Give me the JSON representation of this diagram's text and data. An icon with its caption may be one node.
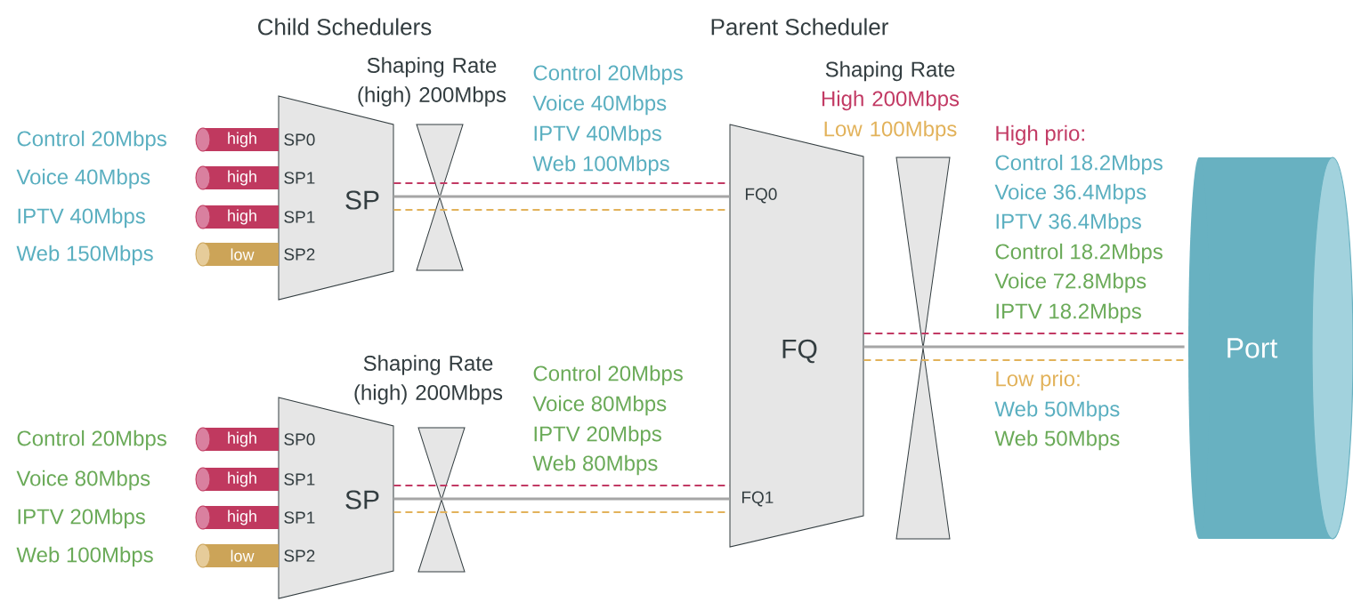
{
  "diagram": {
    "nodes": [
      {
        "text": [
          "SP0",
          "SP1",
          "SP1",
          "SP2",
          "SP"
        ]
      },
      {
        "text": [
          "high"
        ],
        "beside": [
          "Control 20Mbps"
        ]
      },
      {
        "text": [
          "high"
        ],
        "beside": [
          "Voice 40Mbps"
        ]
      },
      {
        "text": [
          "high"
        ],
        "beside": [
          "IPTV 40Mbps"
        ]
      },
      {
        "text": [
          "low"
        ],
        "beside": [
          "Web 150Mbps"
        ]
      },
      {
        "text": [],
        "shape": "hourglass"
      },
      {
        "text": [
          "SP0",
          "SP1",
          "SP1",
          "SP2",
          "SP"
        ]
      },
      {
        "text": [
          "high"
        ],
        "beside": [
          "Control 20Mbps"
        ]
      },
      {
        "text": [
          "high"
        ],
        "beside": [
          "Voice 80Mbps"
        ]
      },
      {
        "text": [
          "high"
        ],
        "beside": [
          "IPTV 20Mbps"
        ]
      },
      {
        "text": [
          "low"
        ],
        "beside": [
          "Web 100Mbps"
        ]
      },
      {
        "text": [],
        "shape": "hourglass"
      },
      {
        "text": [
          "FQ0",
          "FQ",
          "FQ1"
        ]
      },
      {
        "text": [],
        "shape": "hourglass",
        "beside": [
          "Shaping Rate",
          "High 200Mbps",
          "Low 100Mbps"
        ]
      },
      {
        "text": [
          "Port"
        ]
      }
    ],
    "edges": [
      {
        "from": 0,
        "to": 12,
        "arrow": "none",
        "style": "dashed",
        "color": "#c23a64"
      },
      {
        "from": 0,
        "to": 12,
        "arrow": "none",
        "color": "#a6a6a6"
      },
      {
        "from": 0,
        "to": 12,
        "arrow": "none",
        "style": "dashed",
        "color": "#e2b25a"
      },
      {
        "from": 6,
        "to": 12,
        "arrow": "none",
        "style": "dashed",
        "color": "#c23a64"
      },
      {
        "from": 6,
        "to": 12,
        "arrow": "none",
        "color": "#a6a6a6"
      },
      {
        "from": 6,
        "to": 12,
        "arrow": "none",
        "style": "dashed",
        "color": "#e2b25a"
      },
      {
        "from": 12,
        "to": 14,
        "arrow": "none",
        "style": "dashed",
        "color": "#c23a64"
      },
      {
        "from": 12,
        "to": 14,
        "arrow": "none",
        "color": "#a6a6a6"
      },
      {
        "from": 12,
        "to": 14,
        "arrow": "none",
        "style": "dashed",
        "color": "#e2b25a"
      }
    ],
    "labels": [
      "Child Schedulers",
      "Parent Scheduler",
      "Control 20Mbps",
      "Voice 40Mbps",
      "IPTV 40Mbps",
      "Web 100Mbps",
      "Control 20Mbps",
      "Voice 80Mbps",
      "IPTV 20Mbps",
      "Web 80Mbps",
      "High prio:",
      "Control 18.2Mbps",
      "Voice 36.4Mbps",
      "IPTV 36.4Mbps",
      "Control 18.2Mbps",
      "Voice 72.8Mbps",
      "IPTV 18.2Mbps",
      "Low prio:",
      "Web 50Mbps",
      "Web 50Mbps",
      "Shaping Rate (high) 200Mbps",
      "Shaping Rate (high) 200Mbps"
    ]
  }
}
